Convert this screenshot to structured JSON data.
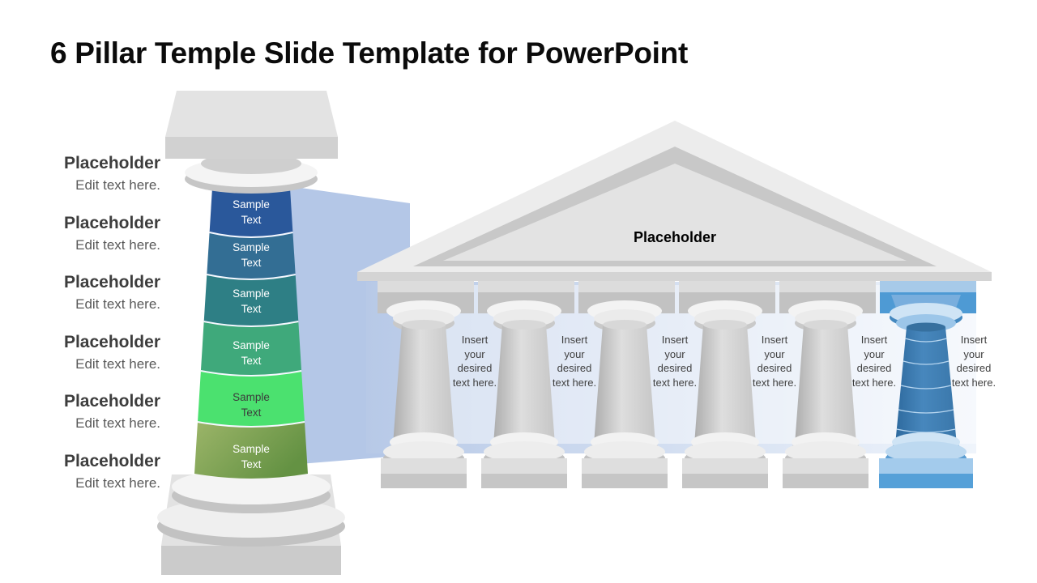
{
  "slide": {
    "title": "6 Pillar Temple Slide Template for PowerPoint"
  },
  "left_panel": {
    "items": [
      {
        "heading": "Placeholder",
        "body": "Edit text here."
      },
      {
        "heading": "Placeholder",
        "body": "Edit text here."
      },
      {
        "heading": "Placeholder",
        "body": "Edit text here."
      },
      {
        "heading": "Placeholder",
        "body": "Edit text here."
      },
      {
        "heading": "Placeholder",
        "body": "Edit text here."
      },
      {
        "heading": "Placeholder",
        "body": "Edit text here."
      }
    ]
  },
  "pillar": {
    "segments": [
      {
        "label": "Sample Text",
        "color": "#2a589b",
        "text_color": "#ffffff"
      },
      {
        "label": "Sample Text",
        "color": "#336e94",
        "text_color": "#ffffff"
      },
      {
        "label": "Sample Text",
        "color": "#2e7f85",
        "text_color": "#ffffff"
      },
      {
        "label": "Sample Text",
        "color": "#3fa97b",
        "text_color": "#ffffff"
      },
      {
        "label": "Sample Text",
        "color": "#4be16f",
        "text_color": "#3c3c3c"
      },
      {
        "label": "Sample Text",
        "color": "#7fa24e",
        "text_color": "#ffffff"
      }
    ]
  },
  "temple": {
    "pediment_label": "Placeholder",
    "columns": [
      {
        "note": "Insert your desired text here.",
        "highlighted": false
      },
      {
        "note": "Insert your desired text here.",
        "highlighted": false
      },
      {
        "note": "Insert your desired text here.",
        "highlighted": false
      },
      {
        "note": "Insert your desired text here.",
        "highlighted": false
      },
      {
        "note": "Insert your desired text here.",
        "highlighted": false
      },
      {
        "note": "Insert your desired text here.",
        "highlighted": true
      }
    ]
  },
  "colors": {
    "ribbon": "#b4c7e7",
    "interior_left": "#b7c9e7",
    "interior_right": "#eff4fb",
    "column_gray": "#cfcfcf",
    "highlight_blue": "#4e9ad4",
    "stone_light": "#ececec",
    "stone_dark": "#c2c2c2"
  }
}
